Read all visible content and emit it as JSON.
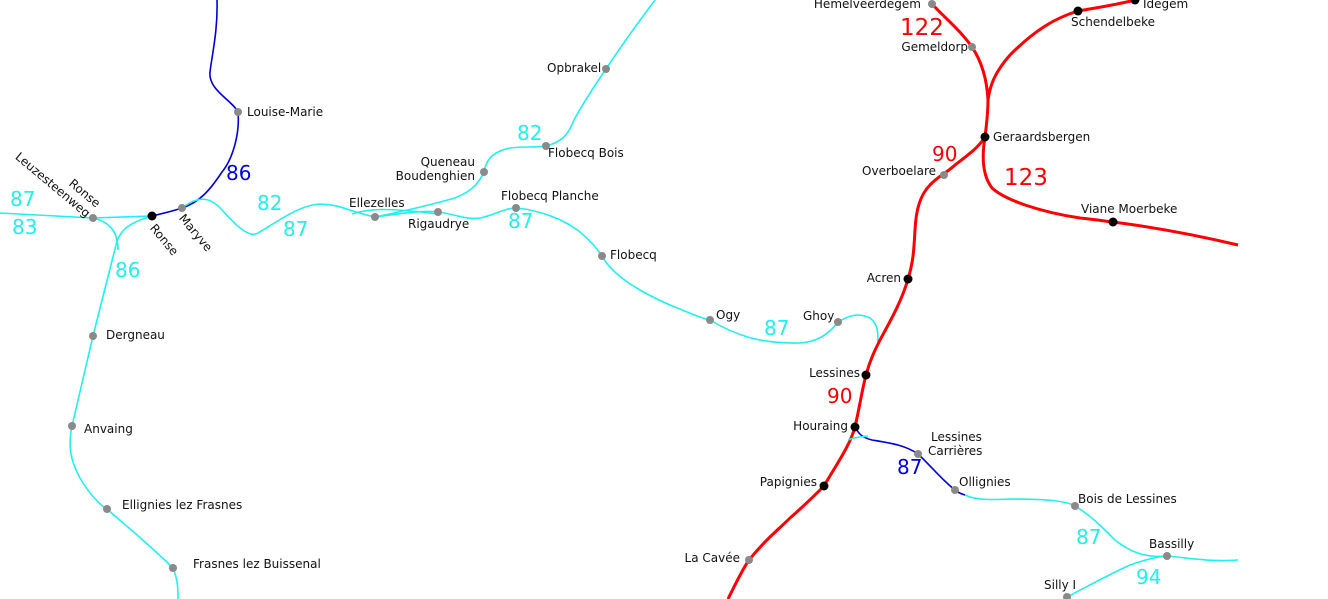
{
  "colors": {
    "line_cyan": "#1ff0f0",
    "line_blue": "#0000d8",
    "line_red": "#ff0000",
    "station_minor": "#8a8a8a",
    "station_major": "#000000"
  },
  "stations": {
    "louise_marie": "Louise-Marie",
    "ronse": "Ronse",
    "ronse_leuzesteenweg_1": "Ronse",
    "ronse_leuzesteenweg_2": "Leuzesteenweg",
    "maryve": "Maryve",
    "dergneau": "Dergneau",
    "anvaing": "Anvaing",
    "ellignies": "Ellignies lez Frasnes",
    "frasnes": "Frasnes lez Buissenal",
    "ellezelles": "Ellezelles",
    "rigaudrye": "Rigaudrye",
    "queneau_1": "Queneau",
    "queneau_2": "Boudenghien",
    "flobecq_planche": "Flobecq Planche",
    "flobecq_bois": "Flobecq Bois",
    "opbrakel": "Opbrakel",
    "flobecq": "Flobecq",
    "ogy": "Ogy",
    "ghoy": "Ghoy",
    "hemelveerdegem": "Hemelveerdegem",
    "gemeldorp": "Gemeldorp",
    "idegem": "Idegem",
    "schendelbeke": "Schendelbeke",
    "geraardsbergen": "Geraardsbergen",
    "overboelare": "Overboelare",
    "viane": "Viane Moerbeke",
    "acren": "Acren",
    "lessines": "Lessines",
    "houraing": "Houraing",
    "lessines_carrieres_1": "Lessines",
    "lessines_carrieres_2": "Carrières",
    "papignies": "Papignies",
    "ollignies": "Ollignies",
    "bois_de_lessines": "Bois de Lessines",
    "la_cavee": "La Cavée",
    "bassilly": "Bassilly",
    "silly": "Silly I"
  },
  "line_labels": {
    "l87_west": "87",
    "l83_west": "83",
    "l86_blue": "86",
    "l86_cyan": "86",
    "l82_a": "82",
    "l87_a": "87",
    "l87_b": "87",
    "l82_b": "82",
    "l87_c": "87",
    "l122": "122",
    "l90_a": "90",
    "l123": "123",
    "l90_b": "90",
    "l87_blue": "87",
    "l87_d": "87",
    "l94": "94"
  }
}
